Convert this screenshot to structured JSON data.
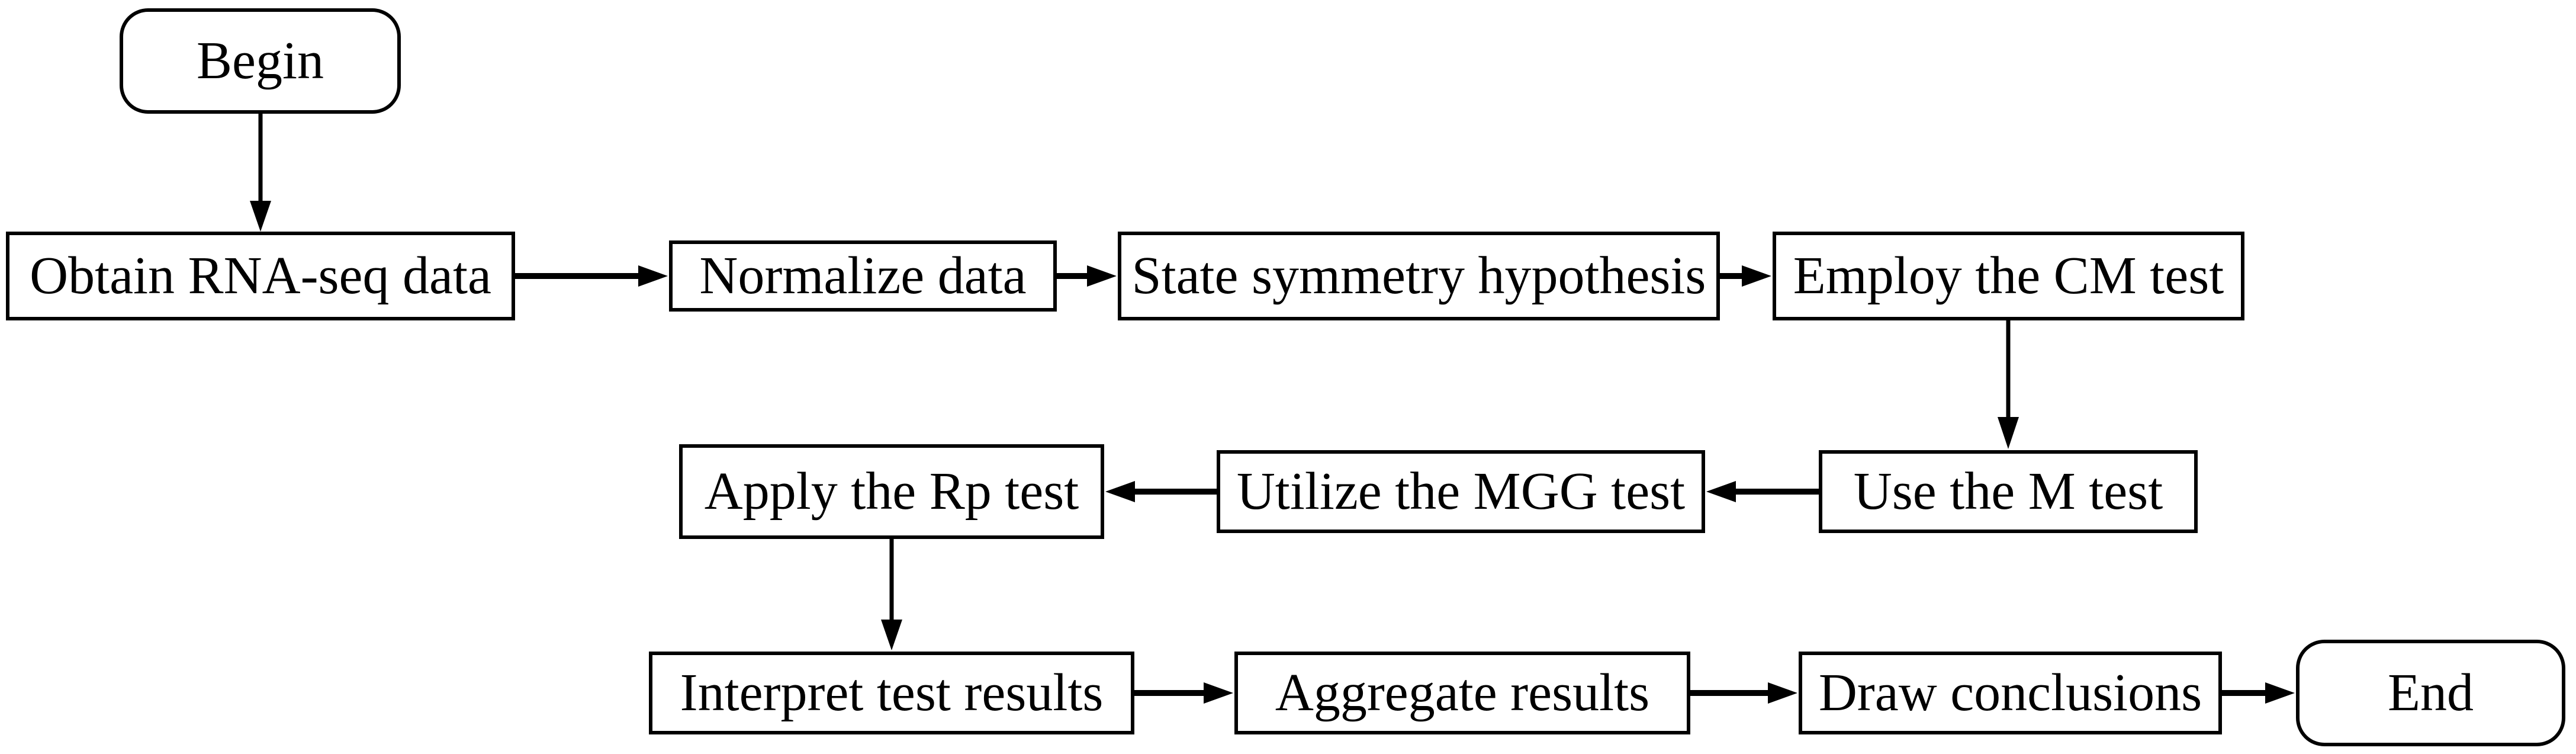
{
  "diagram": {
    "type": "flowchart",
    "background_color": "#ffffff",
    "stroke_color": "#000000",
    "text_color": "#000000",
    "nodes": {
      "begin": {
        "label": "Begin",
        "shape": "rounded"
      },
      "obtain": {
        "label": "Obtain RNA-seq data",
        "shape": "rect"
      },
      "normalize": {
        "label": "Normalize data",
        "shape": "rect"
      },
      "hypothesis": {
        "label": "State symmetry hypothesis",
        "shape": "rect"
      },
      "cm": {
        "label": "Employ the CM test",
        "shape": "rect"
      },
      "mtest": {
        "label": "Use the M test",
        "shape": "rect"
      },
      "mgg": {
        "label": "Utilize the MGG test",
        "shape": "rect"
      },
      "rp": {
        "label": "Apply the Rp test",
        "shape": "rect"
      },
      "interpret": {
        "label": "Interpret test results",
        "shape": "rect"
      },
      "aggregate": {
        "label": "Aggregate results",
        "shape": "rect"
      },
      "draw": {
        "label": "Draw conclusions",
        "shape": "rect"
      },
      "end": {
        "label": "End",
        "shape": "rounded"
      }
    },
    "edges": [
      {
        "from": "begin",
        "to": "obtain",
        "direction": "down"
      },
      {
        "from": "obtain",
        "to": "normalize",
        "direction": "right"
      },
      {
        "from": "normalize",
        "to": "hypothesis",
        "direction": "right"
      },
      {
        "from": "hypothesis",
        "to": "cm",
        "direction": "right"
      },
      {
        "from": "cm",
        "to": "mtest",
        "direction": "down"
      },
      {
        "from": "mtest",
        "to": "mgg",
        "direction": "left"
      },
      {
        "from": "mgg",
        "to": "rp",
        "direction": "left"
      },
      {
        "from": "rp",
        "to": "interpret",
        "direction": "down"
      },
      {
        "from": "interpret",
        "to": "aggregate",
        "direction": "right"
      },
      {
        "from": "aggregate",
        "to": "draw",
        "direction": "right"
      },
      {
        "from": "draw",
        "to": "end",
        "direction": "right"
      }
    ]
  }
}
